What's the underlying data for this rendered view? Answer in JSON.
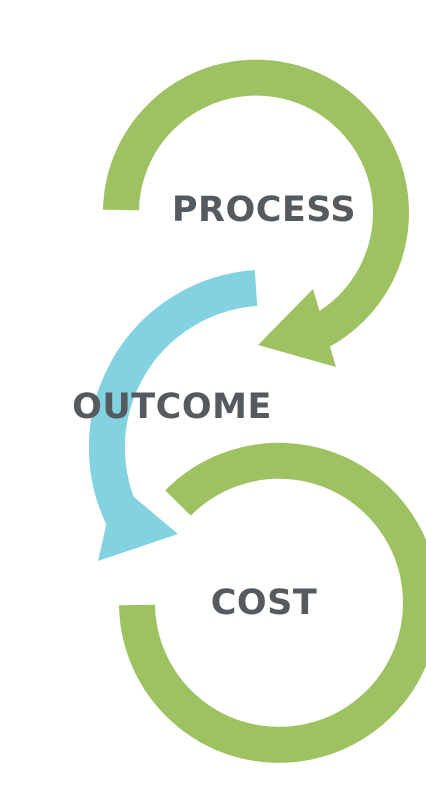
{
  "diagram": {
    "title": "",
    "stages": [
      {
        "key": "process",
        "label": "PROCESS",
        "color": "#9ec261"
      },
      {
        "key": "outcome",
        "label": "OUTCOME",
        "color": "#83d2df"
      },
      {
        "key": "cost",
        "label": "COST",
        "color": "#9ec261"
      }
    ],
    "text_color": "#555a5e",
    "background": "#ffffff"
  }
}
